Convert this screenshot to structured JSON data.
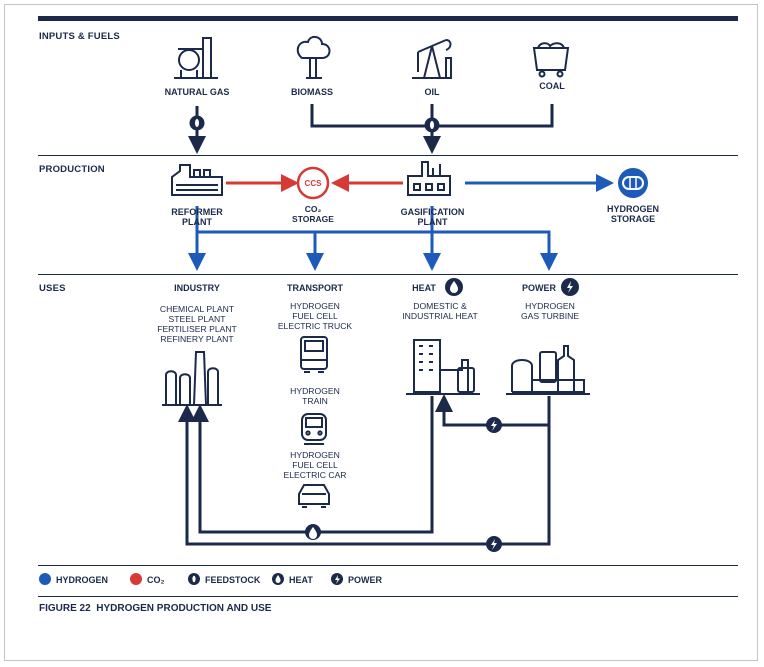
{
  "sections": {
    "inputs": "INPUTS & FUELS",
    "production": "PRODUCTION",
    "uses": "USES"
  },
  "inputs": {
    "natural_gas": "NATURAL GAS",
    "biomass": "BIOMASS",
    "oil": "OIL",
    "coal": "COAL"
  },
  "production": {
    "reformer": "REFORMER\nPLANT",
    "ccs_badge": "CCS",
    "co2_storage": "CO₂\nSTORAGE",
    "gasification": "GASIFICATION\nPLANT",
    "hydrogen_storage": "HYDROGEN\nSTORAGE"
  },
  "uses": {
    "industry": {
      "title": "INDUSTRY",
      "items": "CHEMICAL PLANT\nSTEEL PLANT\nFERTILISER PLANT\nREFINERY PLANT"
    },
    "transport": {
      "title": "TRANSPORT",
      "truck": "HYDROGEN\nFUEL CELL\nELECTRIC TRUCK",
      "train": "HYDROGEN\nTRAIN",
      "car": "HYDROGEN\nFUEL CELL\nELECTRIC CAR"
    },
    "heat": {
      "title": "HEAT",
      "items": "DOMESTIC &\nINDUSTRIAL HEAT"
    },
    "power": {
      "title": "POWER",
      "items": "HYDROGEN\nGAS TURBINE"
    }
  },
  "legend": {
    "hydrogen": "HYDROGEN",
    "co2": "CO₂",
    "feedstock": "FEEDSTOCK",
    "heat": "HEAT",
    "power": "POWER"
  },
  "caption": {
    "number": "FIGURE 22",
    "title": "HYDROGEN PRODUCTION AND USE"
  },
  "colors": {
    "hydrogen": "#1e5bb8",
    "co2": "#d63a35",
    "feedstock": "#1b2a4a"
  }
}
